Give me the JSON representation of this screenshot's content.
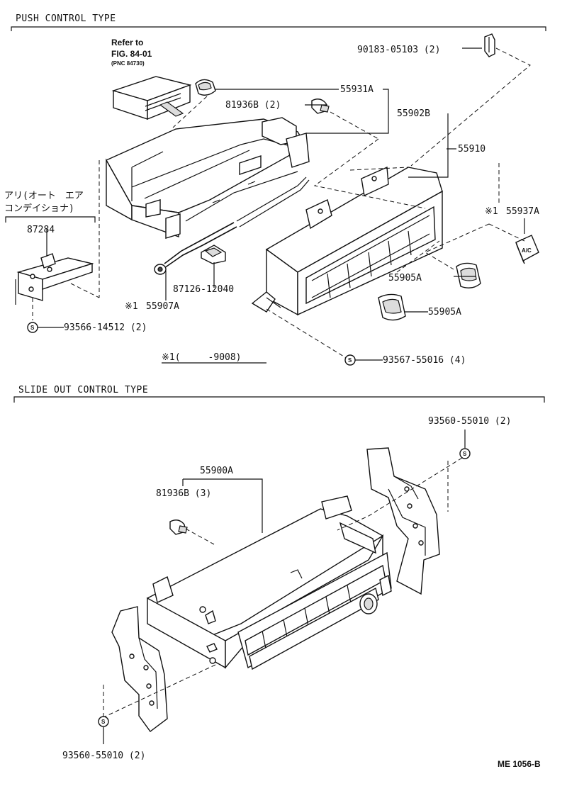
{
  "sections": {
    "push_title": "PUSH CONTROL TYPE",
    "slide_title": "SLIDE OUT CONTROL TYPE"
  },
  "refer": {
    "line1": "Refer to",
    "line2": "FIG. 84-01",
    "line3": "(PNC 84730)"
  },
  "push_labels": {
    "p90183": "90183-05103 (2)",
    "p55931A": "55931A",
    "p81936B": "81936B (2)",
    "p55902B": "55902B",
    "p55910": "55910",
    "p55937A": "55937A",
    "p55905A_1": "55905A",
    "p55905A_2": "55905A",
    "p87284": "87284",
    "p87126": "87126-12040",
    "p55907A": "55907A",
    "p93566": "93566-14512 (2)",
    "p93567": "93567-55016 (4)"
  },
  "mark_star_1": "※1",
  "note_ac_line1": "アリ(オート　エア",
  "note_ac_line2": "コンデイショナ)",
  "applicability": "※1(　　　-9008)",
  "slide_labels": {
    "p93560_top": "93560-55010 (2)",
    "p55900A": "55900A",
    "p81936B_3": "81936B (3)",
    "p93560_bottom": "93560-55010 (2)"
  },
  "s_mark": "S",
  "ac_button_text": "A/C",
  "figure_code": "ME 1056-B"
}
